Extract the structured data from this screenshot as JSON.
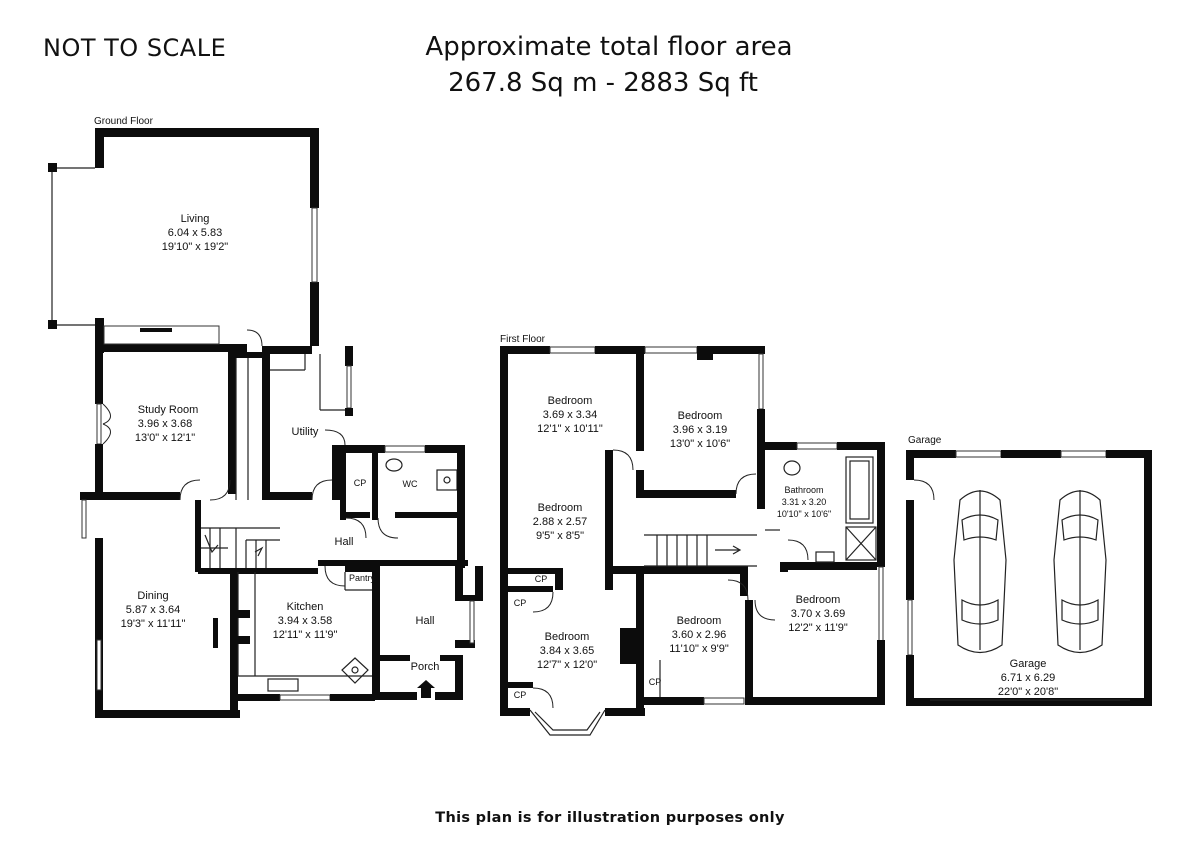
{
  "header": {
    "not_to_scale": "NOT TO SCALE",
    "area_title": "Approximate total floor area",
    "area_value": "267.8 Sq m - 2883 Sq ft"
  },
  "footer": {
    "disclaimer": "This plan is for illustration purposes only"
  },
  "floors": {
    "ground": "Ground Floor",
    "first": "First Floor",
    "garage": "Garage"
  },
  "rooms": {
    "living": {
      "name": "Living",
      "metric": "6.04 x 5.83",
      "imperial": "19'10\" x 19'2\""
    },
    "study": {
      "name": "Study Room",
      "metric": "3.96 x 3.68",
      "imperial": "13'0\" x 12'1\""
    },
    "dining": {
      "name": "Dining",
      "metric": "5.87 x 3.64",
      "imperial": "19'3\" x 11'11\""
    },
    "kitchen": {
      "name": "Kitchen",
      "metric": "3.94 x 3.58",
      "imperial": "12'11\" x 11'9\""
    },
    "utility": {
      "name": "Utility"
    },
    "cp": {
      "name": "CP"
    },
    "wc": {
      "name": "WC"
    },
    "hall": {
      "name": "Hall"
    },
    "pantry": {
      "name": "Pantry"
    },
    "porch": {
      "name": "Porch"
    },
    "bed1": {
      "name": "Bedroom",
      "metric": "3.69 x 3.34",
      "imperial": "12'1\" x 10'11\""
    },
    "bed2": {
      "name": "Bedroom",
      "metric": "3.96 x 3.19",
      "imperial": "13'0\" x 10'6\""
    },
    "bed3": {
      "name": "Bedroom",
      "metric": "2.88 x 2.57",
      "imperial": "9'5\" x 8'5\""
    },
    "bathroom": {
      "name": "Bathroom",
      "metric": "3.31 x 3.20",
      "imperial": "10'10\" x 10'6\""
    },
    "bed4": {
      "name": "Bedroom",
      "metric": "3.84 x 3.65",
      "imperial": "12'7\" x 12'0\""
    },
    "bed5": {
      "name": "Bedroom",
      "metric": "3.60 x 2.96",
      "imperial": "11'10\" x 9'9\""
    },
    "bed6": {
      "name": "Bedroom",
      "metric": "3.70 x 3.69",
      "imperial": "12'2\" x 11'9\""
    },
    "garage": {
      "name": "Garage",
      "metric": "6.71 x 6.29",
      "imperial": "22'0\" x 20'8\""
    }
  }
}
